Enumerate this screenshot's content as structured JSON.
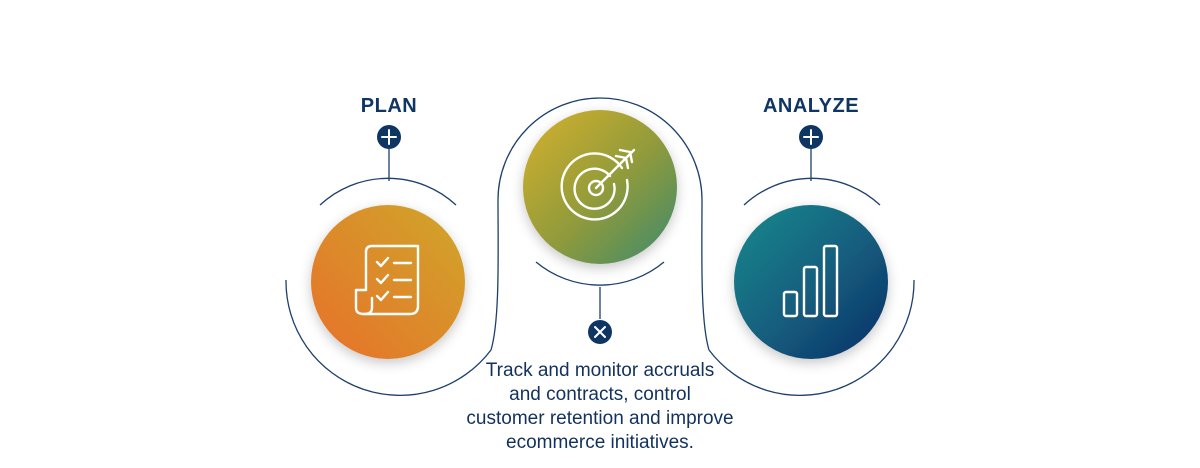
{
  "steps": [
    {
      "id": "plan",
      "label": "PLAN",
      "icon": "checklist-icon",
      "control": "plus-icon",
      "state": "collapsed"
    },
    {
      "id": "execute",
      "label": "",
      "icon": "target-icon",
      "control": "close-icon",
      "state": "expanded"
    },
    {
      "id": "analyze",
      "label": "ANALYZE",
      "icon": "bar-chart-icon",
      "control": "plus-icon",
      "state": "collapsed"
    }
  ],
  "description": {
    "lines": [
      "Track and monitor accruals",
      "and contracts, control",
      "customer retention and improve",
      "ecommerce initiatives."
    ]
  },
  "colors": {
    "navy": "#0f3563",
    "line": "#1d3f6e",
    "orange_start": "#e8792a",
    "orange_end": "#d49a2c",
    "gold": "#c9ad2c",
    "green": "#4a8a64",
    "teal": "#1a7a86",
    "deep_blue": "#0d3b6b"
  }
}
